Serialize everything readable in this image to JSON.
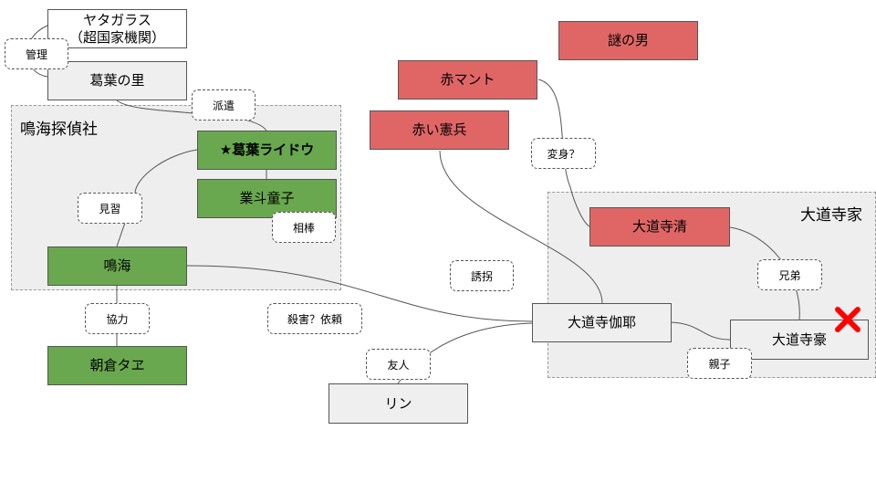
{
  "groups": {
    "narumi_agency": "鳴海探偵社",
    "daidoji_family": "大道寺家"
  },
  "nodes": {
    "yatagarasu": "ヤタガラス\n（超国家機関）",
    "kuzunoha_village": "葛葉の里",
    "raidou": "★葛葉ライドウ",
    "gyoto_doji": "業斗童子",
    "narumi": "鳴海",
    "asakura_tae": "朝倉タヱ",
    "mystery_man": "謎の男",
    "red_cape": "赤マント",
    "red_mp": "赤い憲兵",
    "daidoji_kiyoshi": "大道寺清",
    "daidoji_sayako": "大道寺伽耶",
    "daidoji_go": "大道寺豪",
    "rin": "リン"
  },
  "edge_labels": {
    "management": "管理",
    "dispatch": "派遣",
    "apprentice": "見習",
    "partner": "相棒",
    "cooperation": "協力",
    "murder_request": "殺害？依頼",
    "kidnapping": "誘拐",
    "transformation": "変身？",
    "siblings": "兄弟",
    "parent_child": "親子",
    "friend": "友人"
  },
  "colors": {
    "group_fill": "#eeeeee",
    "green_node": "#6aa84f",
    "red_node": "#e06666",
    "deceased_mark": "#ff0000"
  },
  "icons": {
    "deceased": "red-x-icon"
  }
}
